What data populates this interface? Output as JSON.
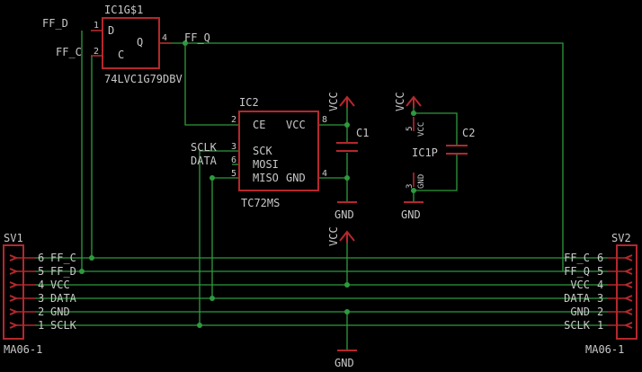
{
  "ic1": {
    "name": "IC1G$1",
    "value": "74LVC1G79DBV",
    "pin_d": "D",
    "pin_c": "C",
    "pin_q": "Q",
    "pin1": "1",
    "pin2": "2",
    "pin4": "4"
  },
  "ic2": {
    "name": "IC2",
    "value": "TC72MS",
    "ce": "CE",
    "vcc": "VCC",
    "sck": "SCK",
    "mosi": "MOSI",
    "miso": "MISO",
    "gnd": "GND",
    "p2": "2",
    "p8": "8",
    "p3": "3",
    "p6": "6",
    "p5": "5",
    "p4": "4"
  },
  "power": {
    "vcc": "VCC",
    "gnd": "GND"
  },
  "caps": {
    "c1": "C1",
    "c2": "C2"
  },
  "ic1p": {
    "name": "IC1P",
    "vcc_pin": "VCC",
    "gnd_pin": "GND",
    "p5": "5",
    "p3": "3"
  },
  "nets": {
    "ff_d": "FF_D",
    "ff_c": "FF_C",
    "ff_q": "FF_Q",
    "sclk": "SCLK",
    "data": "DATA"
  },
  "sv1": {
    "name": "SV1",
    "value": "MA06-1",
    "pins": [
      {
        "num": "6",
        "label": "FF_C"
      },
      {
        "num": "5",
        "label": "FF_D"
      },
      {
        "num": "4",
        "label": "VCC"
      },
      {
        "num": "3",
        "label": "DATA"
      },
      {
        "num": "2",
        "label": "GND"
      },
      {
        "num": "1",
        "label": "SCLK"
      }
    ]
  },
  "sv2": {
    "name": "SV2",
    "value": "MA06-1",
    "pins": [
      {
        "num": "6",
        "label": "FF_C"
      },
      {
        "num": "5",
        "label": "FF_Q"
      },
      {
        "num": "4",
        "label": "VCC"
      },
      {
        "num": "3",
        "label": "DATA"
      },
      {
        "num": "2",
        "label": "GND"
      },
      {
        "num": "1",
        "label": "SCLK"
      }
    ]
  }
}
